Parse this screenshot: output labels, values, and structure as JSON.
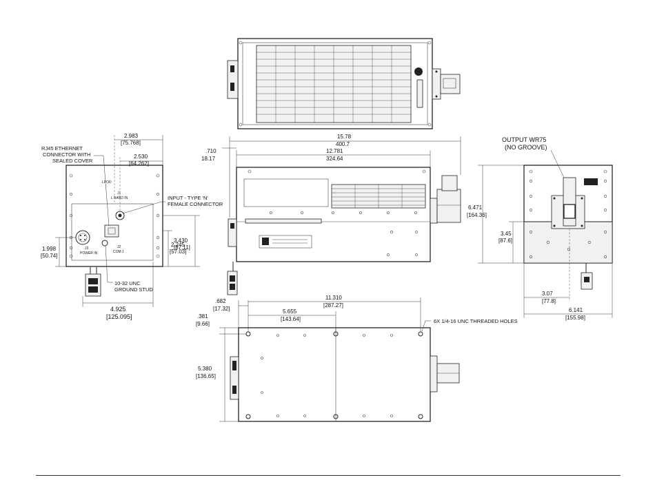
{
  "panel_labels": {
    "lpod": "LPOD",
    "j1": "J1",
    "l_band_in": "L BAND IN",
    "j2": "J2",
    "com1": "COM 1",
    "j3": "J3",
    "power_in": "POWER IN"
  },
  "callouts": {
    "rj45": [
      "RJ45 ETHERNET",
      "CONNECTOR WITH",
      "SEALED COVER"
    ],
    "input": [
      "INPUT - TYPE 'N'",
      "FEMALE CONNECTOR"
    ],
    "ground": [
      "10-32 UNC",
      "GROUND STUD"
    ],
    "output": [
      "OUTPUT WR75",
      "(NO GROOVE)"
    ],
    "holes": "6X 1/4-16 UNC THREADED HOLES"
  },
  "dimensions": {
    "front_width_top": {
      "inch": "2.983",
      "mm": "[75.768]"
    },
    "front_j1": {
      "inch": "2.530",
      "mm": "[64.262]"
    },
    "front_height_a": {
      "inch": "3.430",
      "mm": "[87.11]"
    },
    "front_height_b": {
      "inch": "2.245",
      "mm": "[57.03]"
    },
    "front_height_c": {
      "inch": "1.998",
      "mm": "[50.74]"
    },
    "front_width_bottom": {
      "inch": "4.925",
      "mm": "[125.095]"
    },
    "side_offset": {
      "inch": ".710",
      "mm": "18.17"
    },
    "side_length_total": {
      "inch": "15.78",
      "mm": "400.7"
    },
    "side_length_body": {
      "inch": "12.781",
      "mm": "324.64"
    },
    "back_height": {
      "inch": "6.471",
      "mm": "[164.36]"
    },
    "back_mid": {
      "inch": "3.45",
      "mm": "[87.6]"
    },
    "back_half_width": {
      "inch": "3.07",
      "mm": "[77.8]"
    },
    "back_width": {
      "inch": "6.141",
      "mm": "[155.98]"
    },
    "bottom_edge_offset": {
      "inch": ".682",
      "mm": "[17.32]"
    },
    "bottom_hole_span": {
      "inch": "11.310",
      "mm": "[287.27]"
    },
    "bottom_hole_mid": {
      "inch": "5.655",
      "mm": "[143.64]"
    },
    "bottom_top_offset": {
      "inch": ".381",
      "mm": "[9.66]"
    },
    "bottom_height": {
      "inch": "5.380",
      "mm": "[136.65]"
    }
  }
}
